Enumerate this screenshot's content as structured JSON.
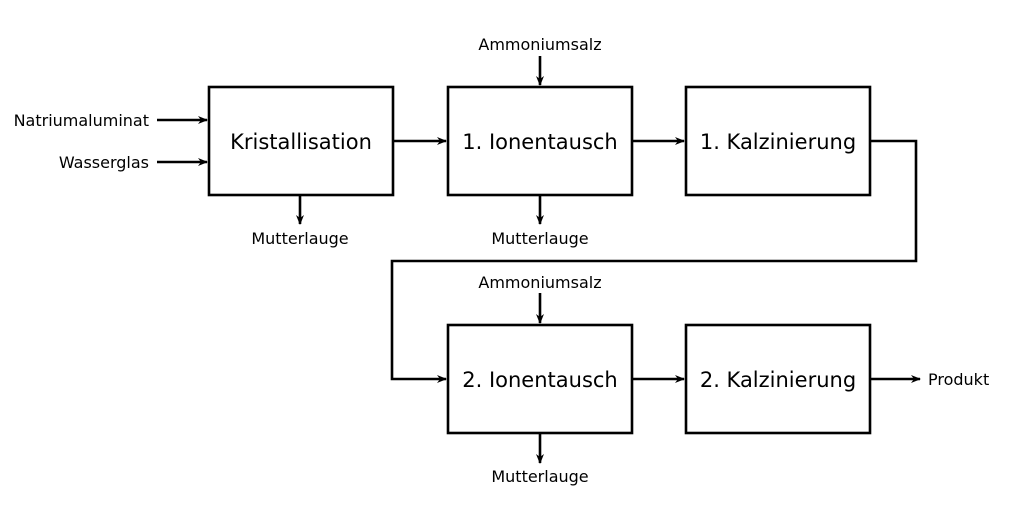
{
  "colors": {
    "stroke": "#000000",
    "background": "#ffffff"
  },
  "boxes": {
    "kristallisation": "Kristallisation",
    "ionentausch_1": "1. Ionentausch",
    "kalzinierung_1": "1. Kalzinierung",
    "ionentausch_2": "2. Ionentausch",
    "kalzinierung_2": "2. Kalzinierung"
  },
  "inputs": {
    "natriumaluminat": "Natriumaluminat",
    "wasserglas": "Wasserglas",
    "ammoniumsalz_1": "Ammoniumsalz",
    "ammoniumsalz_2": "Ammoniumsalz"
  },
  "outputs": {
    "mutterlauge_1": "Mutterlauge",
    "mutterlauge_2": "Mutterlauge",
    "mutterlauge_3": "Mutterlauge",
    "produkt": "Produkt"
  }
}
